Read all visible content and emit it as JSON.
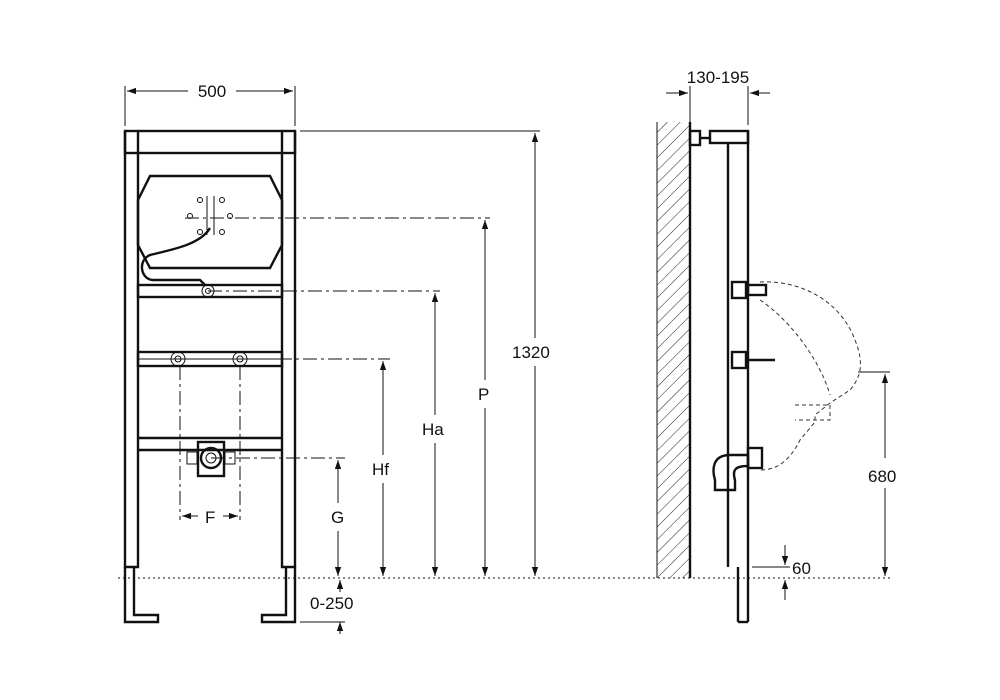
{
  "front_view": {
    "width_label": "500",
    "height_label": "1320",
    "p_label": "P",
    "ha_label": "Ha",
    "hf_label": "Hf",
    "g_label": "G",
    "f_label": "F",
    "leg_adjust_label": "0-250"
  },
  "side_view": {
    "depth_label": "130-195",
    "urinal_height_label": "680",
    "base_offset_label": "60"
  }
}
